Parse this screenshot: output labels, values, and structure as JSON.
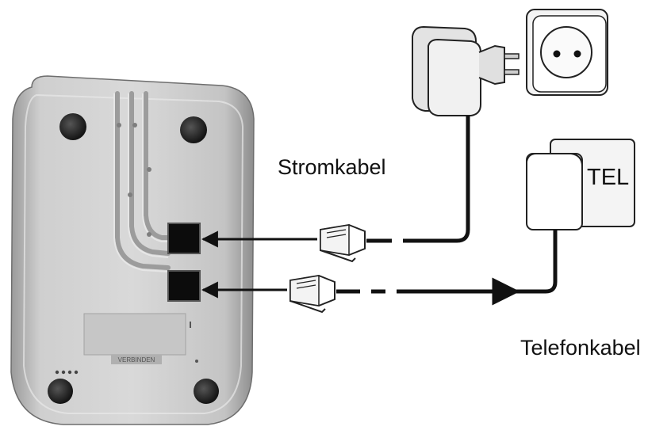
{
  "labels": {
    "power_cable": "Stromkabel",
    "phone_jack": "TEL",
    "phone_cable": "Telefonkabel",
    "base_brand": "VERBINDEN"
  },
  "colors": {
    "housing": "#b9b9b9",
    "housing_dark": "#8e8e8e",
    "foot": "#2a2a2a",
    "cable": "#1a1a1a",
    "outline": "#222222"
  }
}
